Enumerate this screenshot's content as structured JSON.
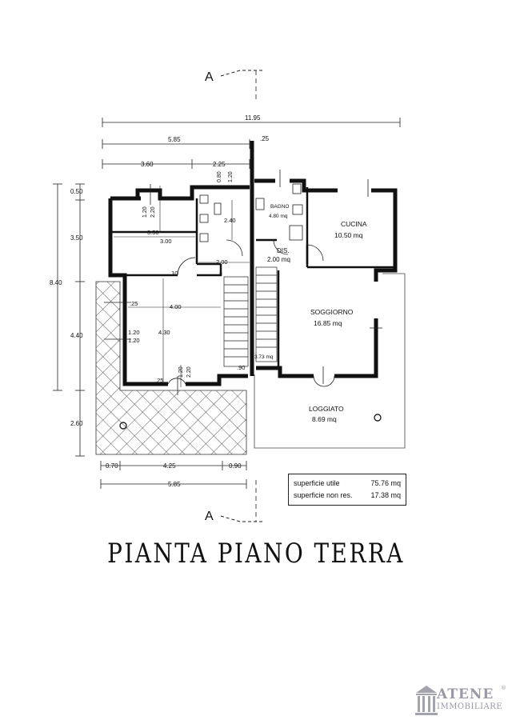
{
  "section_markers": {
    "top": "A",
    "bottom": "A"
  },
  "title": "PIANTA PIANO TERRA",
  "dimensions": {
    "total_width": "11.95",
    "left_wing_width": "5.85",
    "left_wing_width_bottom": "5.85",
    "room_width_left": "3.60",
    "room_width_mid": "2.25",
    "wall_thickness": ".25",
    "total_height": "8.40",
    "height_top": "0.50",
    "height_1": "3.50",
    "height_2": "4.40",
    "height_3": "2.60",
    "bottom_left": "0.70",
    "bottom_mid": "4.25",
    "bottom_right": "0.90",
    "inner_350": "3.50",
    "inner_300": "3.00",
    "inner_400": "4.00",
    "inner_430": "4.30",
    "inner_200": "2.00",
    "inner_240": "2.40",
    "inner_080": "0.80",
    "inner_120_a": "1.20",
    "inner_120_b": "1.20",
    "inner_220_a": "2.20",
    "inner_120_c": "1.20",
    "inner_120_d": "1.20",
    "inner_120_e": "1.20",
    "inner_220_b": "2.20",
    "inner_010": ".10",
    "inner_025_a": ".25",
    "inner_025_b": ".25",
    "inner_090": ".90"
  },
  "rooms": {
    "bagno_name": "BAGNO",
    "bagno_area": "4.80 mq",
    "cucina_name": "CUCINA",
    "cucina_area": "10.50 mq",
    "dis_name": "DIS.",
    "dis_area": "2.00 mq",
    "soggiorno_name": "SOGGIORNO",
    "soggiorno_area": "16.85 mq",
    "stair_area": "3.73 mq",
    "loggiato_name": "LOGGIATO",
    "loggiato_area": "8.69 mq"
  },
  "summary": {
    "utile_label": "superficie utile",
    "utile_value": "75.76 mq",
    "nonres_label": "superficie non res.",
    "nonres_value": "17.38 mq"
  },
  "logo": {
    "name": "ATENE",
    "subtitle": "IMMOBILIARE",
    "reg": "®"
  }
}
